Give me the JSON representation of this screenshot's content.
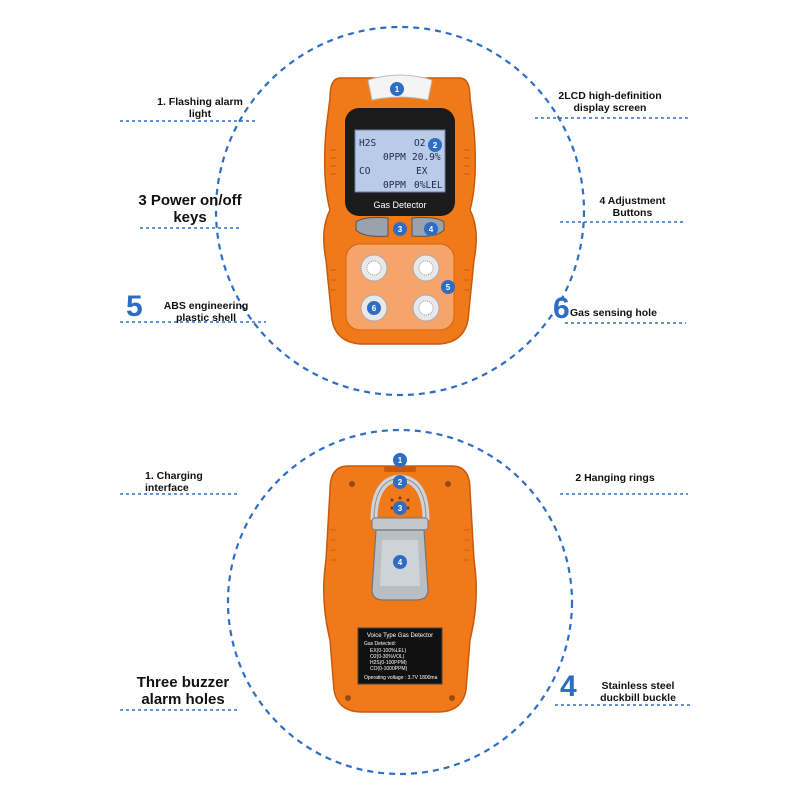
{
  "top": {
    "callouts": {
      "c1": "1. Flashing alarm light",
      "c2": "2LCD high-definition display screen",
      "c3": "3 Power on/off keys",
      "c4": "4 Adjustment Buttons",
      "c5_num": "5",
      "c5": "ABS engineering plastic shell",
      "c6_num": "6",
      "c6": "Gas sensing hole"
    },
    "lcd": {
      "r1_left": "H2S",
      "r1_right": "O2",
      "r2_left": "0PPM",
      "r2_right": "20.9%",
      "r3_left": "CO",
      "r3_right": "EX",
      "r4_left": "0PPM",
      "r4_right": "0%LEL"
    },
    "brand_label": "Gas Detector",
    "badges": [
      "1",
      "2",
      "3",
      "4",
      "5",
      "6"
    ]
  },
  "bottom": {
    "callouts": {
      "c1": "1. Charging interface",
      "c2": "2 Hanging rings",
      "c3": "Three buzzer alarm holes",
      "c4_num": "4",
      "c4": "Stainless steel duckbill buckle"
    },
    "back_label": {
      "title": "Voice Type Gas Detector",
      "subtitle": "Gas Detected:",
      "l1": "EX(0-100%LEL)",
      "l2": "O2(0-30%VOL)",
      "l3": "H2S(0-100PPM)",
      "l4": "CO(0-1000PPM)",
      "voltage": "Operating voltage : 3.7V 1800ma"
    },
    "badges": [
      "1",
      "2",
      "3",
      "4"
    ]
  },
  "colors": {
    "accent_blue": "#2d6ec4",
    "orange": "#f07a1a",
    "dark_orange": "#d8620c"
  }
}
